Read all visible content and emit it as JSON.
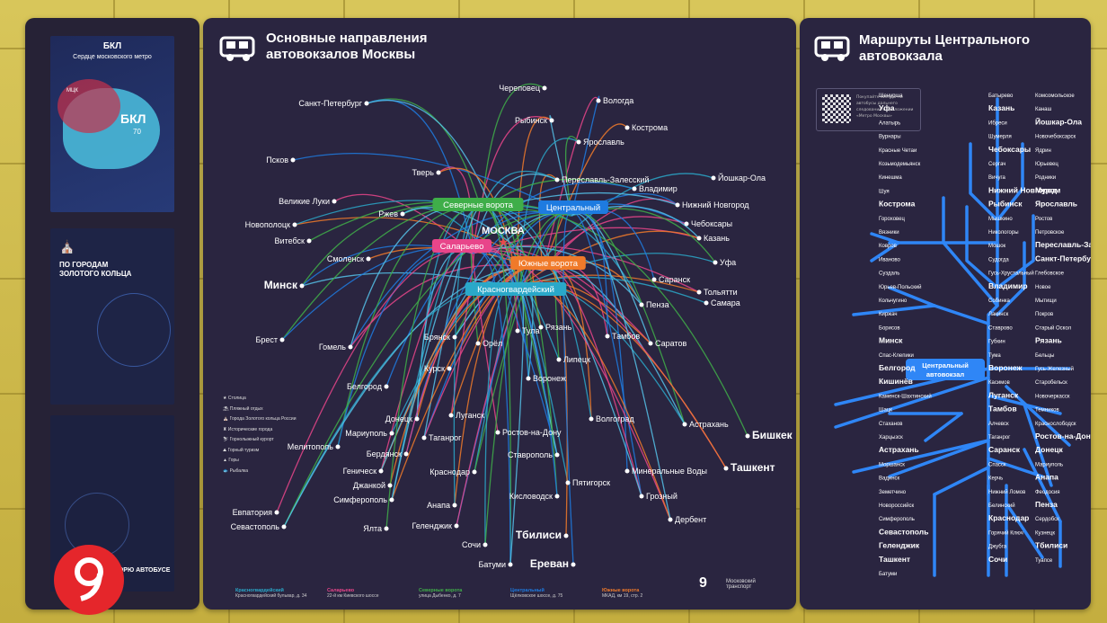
{
  "left": {
    "bkl": {
      "title": "БКЛ",
      "subtitle": "Сердце московского метро",
      "badge": "БКЛ",
      "badge_num": "70",
      "mcc": "МЦК"
    },
    "golden": {
      "title": "ПО ГОРОДАМ ЗОЛОТОГО КОЛЬЦА"
    },
    "sea": {
      "title": "МОРЮ АВТОБУСЕ"
    }
  },
  "center": {
    "title": "Основные направления автовокзалов Москвы",
    "moscow_label": "МОСКВА",
    "terminals": [
      {
        "label": "Северные ворота",
        "color": "#3fae49"
      },
      {
        "label": "Центральный",
        "color": "#1e7be0"
      },
      {
        "label": "Саларьево",
        "color": "#e8458a"
      },
      {
        "label": "Южные ворота",
        "color": "#f07a2a"
      },
      {
        "label": "Красногвардейский",
        "color": "#2aa8c9"
      }
    ],
    "cities": [
      "Череповец",
      "Вологда",
      "Рыбинск",
      "Кострома",
      "Ярославль",
      "Санкт-Петербург",
      "Псков",
      "Тверь",
      "Переславль-Залесский",
      "Йошкар-Ола",
      "Владимир",
      "Нижний Новгород",
      "Великие Луки",
      "Новополоцк",
      "Ржев",
      "Витебск",
      "Чебоксары",
      "Казань",
      "Смоленск",
      "Уфа",
      "Минск",
      "Саранск",
      "Тольятти",
      "Пенза",
      "Самара",
      "Брест",
      "Гомель",
      "Тула",
      "Рязань",
      "Брянск",
      "Орёл",
      "Тамбов",
      "Саратов",
      "Курск",
      "Липецк",
      "Воронеж",
      "Белгород",
      "Луганск",
      "Донецк",
      "Мариуполь",
      "Мелитополь",
      "Таганрог",
      "Ростов-на-Дону",
      "Волгоград",
      "Астрахань",
      "Бишкек",
      "Бердянск",
      "Геническ",
      "Джанкой",
      "Краснодар",
      "Ставрополь",
      "Минеральные Воды",
      "Ташкент",
      "Симферополь",
      "Пятигорск",
      "Кисловодск",
      "Грозный",
      "Евпатория",
      "Анапа",
      "Севастополь",
      "Ялта",
      "Геленджик",
      "Дербент",
      "Тбилиси",
      "Сочи",
      "Батуми",
      "Ереван"
    ],
    "legend": [
      "Столица",
      "Пляжный отдых",
      "Города Золотого кольца России",
      "Исторические города",
      "Горнолыжный курорт",
      "Горный туризм",
      "Горы",
      "Рыбалка"
    ],
    "footer": [
      {
        "name": "Красногвардейский",
        "addr": "Красногвардейский бульвар, д. 34"
      },
      {
        "name": "Саларьево",
        "addr": "22-й км Киевского шоссе"
      },
      {
        "name": "Северные ворота",
        "addr": "улица Дыбенко, д. 7"
      },
      {
        "name": "Центральный",
        "addr": "Щёлковское шоссе, д. 75"
      },
      {
        "name": "Южные ворота",
        "addr": "МКАД, км 19, стр. 2"
      }
    ],
    "brand": "Московский транспорт"
  },
  "right": {
    "title": "Маршруты Центрального автовокзала",
    "qr_text": "Покупайте билеты на автобусы дальнего следования в приложении «Метро Москвы»",
    "hub": "Центральный автовокзал",
    "stops": [
      "Шенурша",
      "Батырево",
      "Комсомольское",
      "Уфа",
      "Казань",
      "Канаш",
      "Алатырь",
      "Ибреси",
      "Йошкар-Ола",
      "Вурнары",
      "Шумерля",
      "Новочебоксарск",
      "Красные Четаи",
      "Чебоксары",
      "Ядрин",
      "Козьмодемьянск",
      "Сергач",
      "Юрьевец",
      "Кинешма",
      "Вичуга",
      "Родники",
      "Шуя",
      "Нижний Новгород",
      "Муром",
      "Кострома",
      "Рыбинск",
      "Ярославль",
      "Гороховец",
      "Мышкино",
      "Ростов",
      "Вязники",
      "Никологоры",
      "Петровское",
      "Ковров",
      "Мошок",
      "Переславль-Залесский",
      "Иваново",
      "Судогда",
      "Санкт-Петербург",
      "Суздаль",
      "Гусь-Хрустальный",
      "Глебовское",
      "Юрьев-Польский",
      "Владимир",
      "Новое",
      "Кольчугино",
      "Собинка",
      "Мытищи",
      "Киржач",
      "Лакинск",
      "Покров",
      "Борисов",
      "Ставрово",
      "Старый Оскол",
      "Минск",
      "Губкин",
      "Рязань",
      "Спас-Клепики",
      "Тума",
      "Бельцы",
      "Белгород",
      "Воронеж",
      "Гусь-Железный",
      "Кишинёв",
      "Касимов",
      "Старобельск",
      "Каменск-Шахтинский",
      "Луганск",
      "Новочеркасск",
      "Шацк",
      "Тамбов",
      "Темников",
      "Стаханов",
      "Алчевск",
      "Краснослободск",
      "Харцызск",
      "Таганрог",
      "Ростов-на-Дону",
      "Астрахань",
      "Саранск",
      "Донецк",
      "Моршанск",
      "Спасск",
      "Мариуполь",
      "Вадинск",
      "Керчь",
      "Анапа",
      "Земетчино",
      "Нижний Ломов",
      "Феодосия",
      "Новороссийск",
      "Белинский",
      "Пенза",
      "Симферополь",
      "Краснодар",
      "Сердобск",
      "Севастополь",
      "Горячий Ключ",
      "Кузнецк",
      "Геленджик",
      "Джубга",
      "Тбилиси",
      "Ташкент",
      "Сочи",
      "Туапсе",
      "Батуми"
    ]
  }
}
